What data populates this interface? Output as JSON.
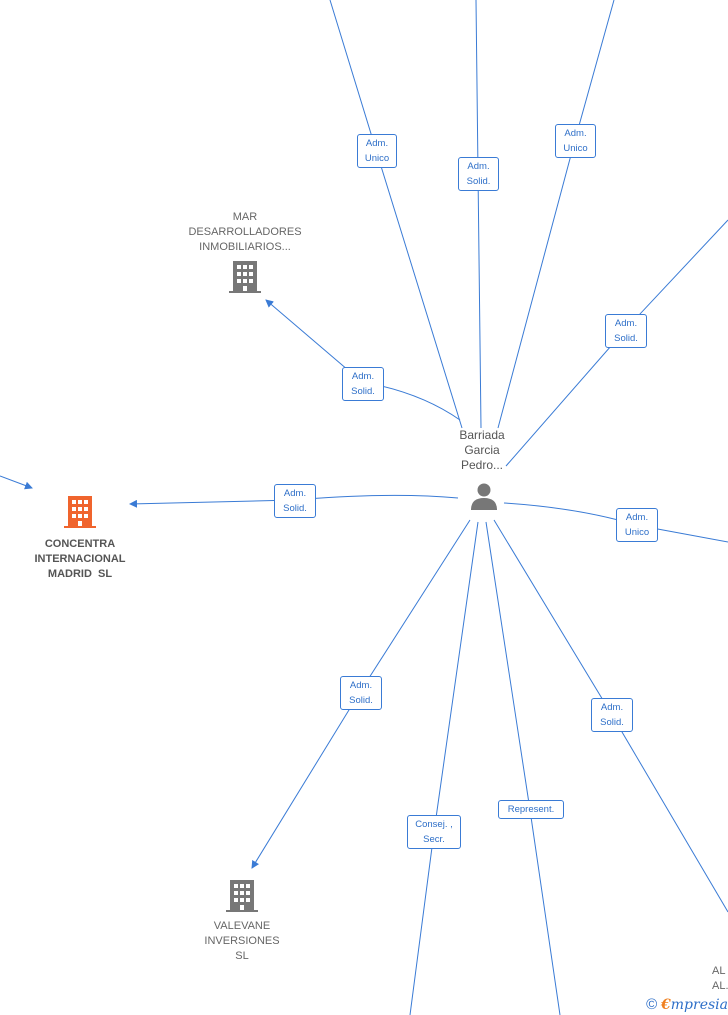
{
  "center": {
    "name": "Barriada\nGarcia\nPedro..."
  },
  "nodes": {
    "mar": "MAR\nDESARROLLADORES\nINMOBILIARIOS...",
    "concentra": "CONCENTRA\nINTERNACIONAL\nMADRID  SL",
    "valevane": "VALEVANE\nINVERSIONES\nSL",
    "partial": "AL\nAL..."
  },
  "edges": {
    "e1": "Adm.\nUnico",
    "e2": "Adm.\nSolid.",
    "e3": "Adm.\nUnico",
    "e4": "Adm.\nSolid.",
    "e5": "Adm.\nSolid.",
    "e6": "Adm.\nSolid.",
    "e7": "Adm.\nUnico",
    "e8": "Adm.\nSolid.",
    "e9": "Consej. ,\nSecr.",
    "e10": "Represent.",
    "e11": "Adm.\nSolid."
  },
  "watermark": {
    "copyright": "©",
    "brand_first": "€",
    "brand_rest": "mpresia"
  },
  "colors": {
    "edge": "#3a7bd5",
    "highlight_company": "#f0642d",
    "company": "#777777",
    "person": "#777777"
  }
}
